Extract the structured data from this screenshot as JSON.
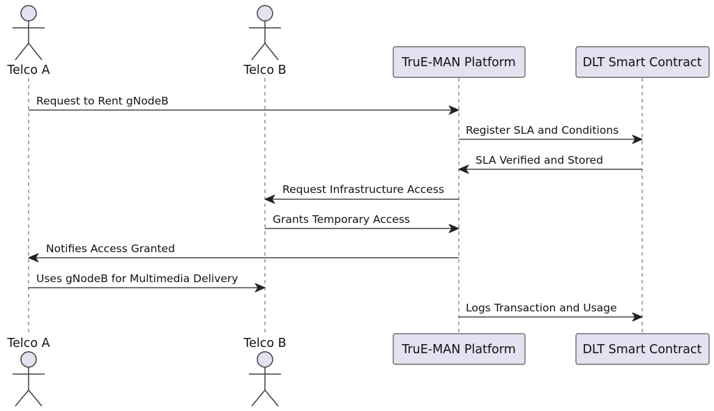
{
  "participants": [
    {
      "id": "telco_a",
      "label": "Telco A",
      "kind": "actor"
    },
    {
      "id": "telco_b",
      "label": "Telco B",
      "kind": "actor"
    },
    {
      "id": "trueman",
      "label": "TruE-MAN Platform",
      "kind": "participant"
    },
    {
      "id": "dlt",
      "label": "DLT Smart Contract",
      "kind": "participant"
    }
  ],
  "messages": [
    {
      "from": "telco_a",
      "to": "trueman",
      "label": "Request to Rent gNodeB"
    },
    {
      "from": "trueman",
      "to": "dlt",
      "label": "Register SLA and Conditions"
    },
    {
      "from": "dlt",
      "to": "trueman",
      "label": "SLA Verified and Stored"
    },
    {
      "from": "trueman",
      "to": "telco_b",
      "label": "Request Infrastructure Access"
    },
    {
      "from": "telco_b",
      "to": "trueman",
      "label": "Grants Temporary Access"
    },
    {
      "from": "trueman",
      "to": "telco_a",
      "label": "Notifies Access Granted"
    },
    {
      "from": "telco_a",
      "to": "telco_b",
      "label": "Uses gNodeB for Multimedia Delivery"
    },
    {
      "from": "trueman",
      "to": "dlt",
      "label": "Logs Transaction and Usage"
    }
  ],
  "colors": {
    "participant_fill": "#e2e2f0",
    "participant_border": "#555555",
    "arrow": "#222222"
  }
}
